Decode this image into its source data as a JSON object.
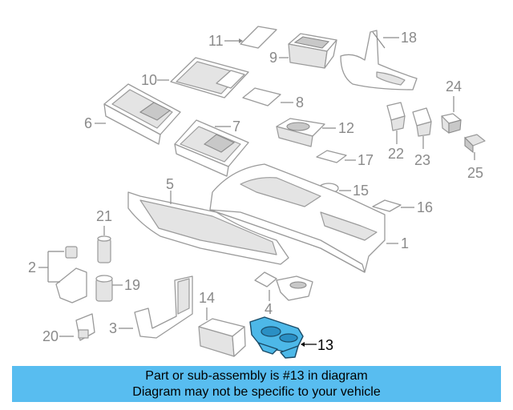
{
  "callouts": {
    "c1": "1",
    "c2": "2",
    "c3": "3",
    "c4": "4",
    "c5": "5",
    "c6": "6",
    "c7": "7",
    "c8": "8",
    "c9": "9",
    "c10": "10",
    "c11": "11",
    "c12": "12",
    "c13": "13",
    "c14": "14",
    "c15": "15",
    "c16": "16",
    "c17": "17",
    "c18": "18",
    "c19": "19",
    "c20": "20",
    "c21": "21",
    "c22": "22",
    "c23": "23",
    "c24": "24",
    "c25": "25"
  },
  "highlight": {
    "part": "13",
    "color": "#4db8e8"
  },
  "banner": {
    "line1": "Part or sub-assembly is #13 in diagram",
    "line2": "Diagram may not be specific to your vehicle",
    "color": "#58bdf0"
  }
}
